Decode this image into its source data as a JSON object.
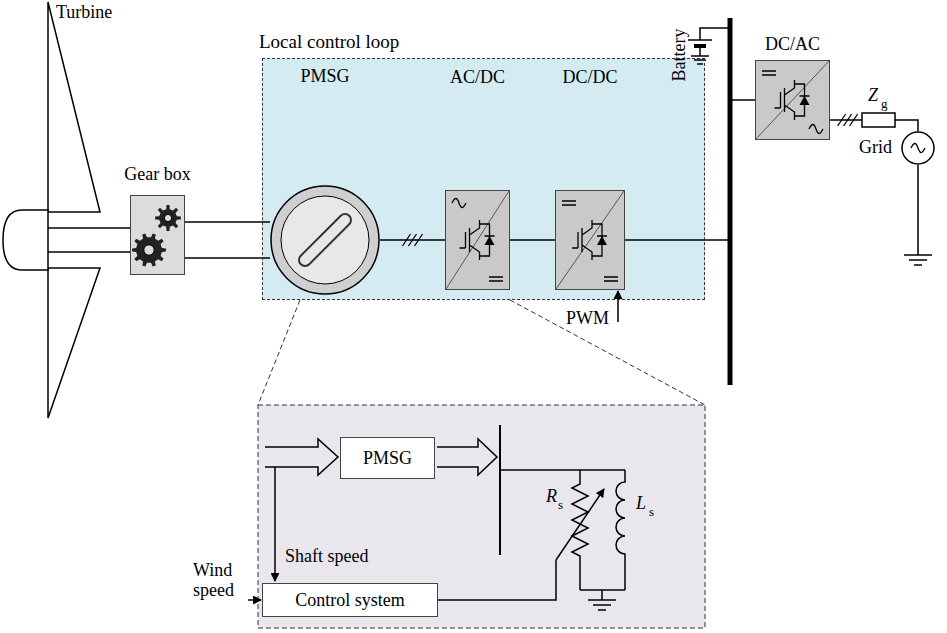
{
  "diagram": {
    "nodes": [
      {
        "text": [
          "Turbine"
        ]
      },
      {
        "text": [
          "Gear box"
        ]
      },
      {
        "text": [
          "Local control loop"
        ]
      },
      {
        "text": [
          "PMSG"
        ],
        "in": 2
      },
      {
        "text": [
          "AC/DC"
        ],
        "in": 2
      },
      {
        "text": [
          "DC/DC"
        ],
        "in": 2
      },
      {
        "text": [
          "DC/AC"
        ]
      },
      {
        "text": [
          "Grid"
        ]
      },
      {
        "text": [
          "PMSG"
        ]
      },
      {
        "text": [
          "Control system"
        ]
      }
    ],
    "edges": [
      {
        "from": 0,
        "to": 1,
        "arrow": "none"
      },
      {
        "from": 1,
        "to": 3,
        "arrow": "none"
      },
      {
        "from": 3,
        "to": 4,
        "arrow": "none"
      },
      {
        "from": 4,
        "to": 5,
        "arrow": "none"
      },
      {
        "from": 6,
        "to": 7,
        "arrow": "none"
      }
    ],
    "labels": [
      "Battery",
      "PWM",
      "Z",
      "g",
      "R",
      "s",
      "L",
      "s",
      "Shaft speed",
      "Wind speed"
    ]
  }
}
